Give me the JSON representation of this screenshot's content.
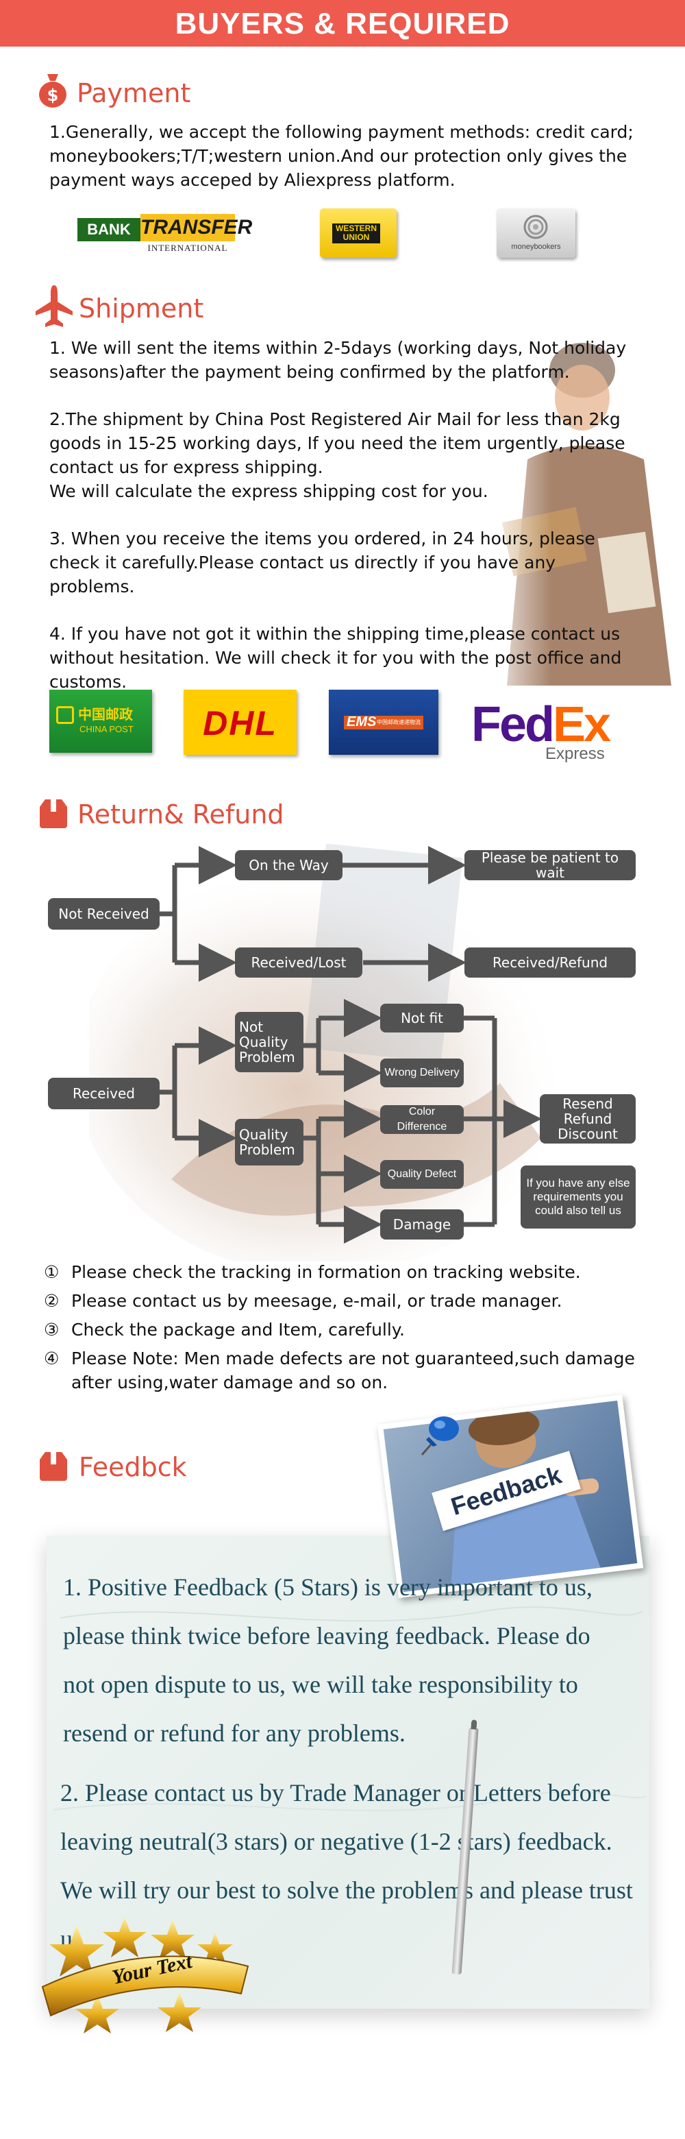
{
  "banner": {
    "title": "BUYERS & REQUIRED"
  },
  "payment": {
    "title": "Payment",
    "text": "1.Generally, we accept the following payment methods: credit card; moneybookers;T/T;western union.And our protection only gives the payment ways acceped by Aliexpress platform.",
    "logos": {
      "bank_a": "BANK",
      "bank_b": "TRANSFER",
      "bank_c": "INTERNATIONAL",
      "wu_1": "WESTERN",
      "wu_2": "UNION",
      "mb": "moneybookers"
    }
  },
  "shipment": {
    "title": "Shipment",
    "p1": "1. We will sent the items within 2-5days (working days, Not holiday seasons)after the payment being confirmed by the platform.",
    "p2": "2.The shipment by China Post Registered Air Mail for less than  2kg goods in 15-25 working days, If  you need the item urgently, please contact us for express shipping.\nWe will calculate the express shipping cost for you.",
    "p3": "3. When you receive the items you ordered, in 24 hours, please check  it carefully.Please contact us directly if you have any problems.",
    "p4": "4. If you have not got it within the shipping time,please contact us without hesitation. We will check it for you with the post office and customs.",
    "carriers": {
      "chinapost_cn": "中国邮政",
      "chinapost_en": "CHINA POST",
      "dhl": "DHL",
      "ems": "EMS",
      "ems_cn": "中国邮政速递物流",
      "fedex_fed": "Fed",
      "fedex_ex": "Ex",
      "fedex_express": "Express"
    }
  },
  "refund": {
    "title": "Return& Refund",
    "flow": {
      "not_received": "Not Received",
      "on_the_way": "On the Way",
      "be_patient": "Please be patient to wait",
      "received_lost": "Received/Lost",
      "received_refund": "Received/Refund",
      "received": "Received",
      "not_quality": "Not Quality Problem",
      "quality": "Quality Problem",
      "not_fit": "Not fit",
      "wrong_delivery": "Wrong Delivery",
      "color_difference": "Color Difference",
      "quality_defect": "Quality Defect",
      "damage": "Damage",
      "resend": "Resend Refund Discount",
      "else_req": "If you have any else requirements you could also tell us"
    },
    "notes": [
      {
        "num": "①",
        "text": "Please check the tracking in formation on tracking website."
      },
      {
        "num": "②",
        "text": "Please contact us by meesage, e-mail, or trade manager."
      },
      {
        "num": "③",
        "text": "Check the package and Item, carefully."
      },
      {
        "num": "④",
        "text": "Please Note: Men made defects  are not guaranteed,such damage after using,water damage and so on."
      }
    ]
  },
  "feedback": {
    "title": "Feedbck",
    "card": "Feedback",
    "p1": "1. Positive Feedback (5 Stars) is very important to us, please think twice before leaving feedback. Please do not open dispute to us,   we will take responsibility to resend or refund for any problems.",
    "p2": "2. Please contact us by Trade Manager or Letters before leaving neutral(3 stars) or negative (1-2 stars) feedback. We will try our best to solve the problems and please trust us",
    "badge": "Your Text"
  },
  "colors": {
    "accent": "#ee5a4e",
    "section_title": "#e0503f",
    "flow_box": "#525252",
    "feedback_text": "#1d4a5a"
  }
}
